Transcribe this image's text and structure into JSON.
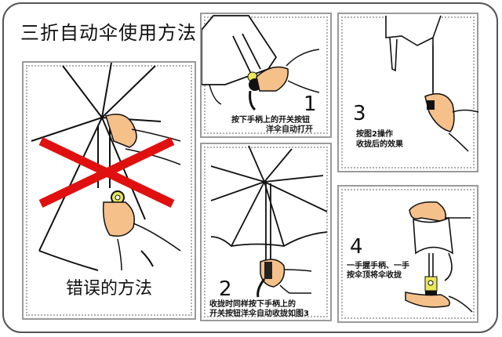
{
  "title": "三折自动伞使用方法",
  "colors": {
    "frame": "#555555",
    "panel_border": "#9a9a9a",
    "dotted_border": "#b0b0b0",
    "cross_red": "#e01010",
    "skin": "#f5c08a",
    "handle_yellow": "#e8e85a"
  },
  "panels": {
    "wrong": {
      "label": "错误的方法",
      "icon": "red-cross-icon"
    },
    "step1": {
      "number": "1",
      "line1": "按下手柄上的开关按钮",
      "line2": "洋伞自动打开"
    },
    "step2": {
      "number": "2",
      "line1": "收拢时同样按下手柄上的",
      "line2": "开关按钮洋伞自动收拢如图3"
    },
    "step3": {
      "number": "3",
      "line1": "按图2操作",
      "line2": "收拢后的效果"
    },
    "step4": {
      "number": "4",
      "line1": "一手握手柄、一手",
      "line2": "按伞顶将伞收拢"
    }
  }
}
